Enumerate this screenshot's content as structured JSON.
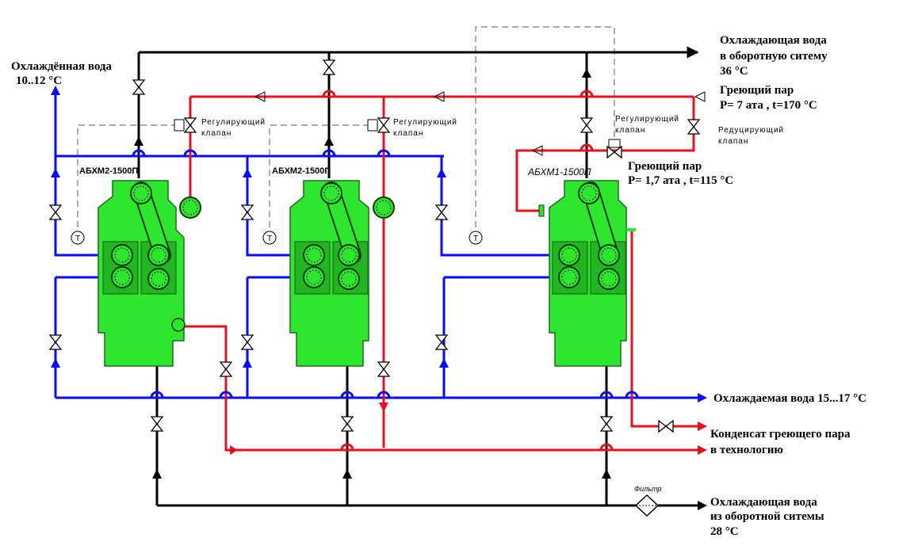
{
  "labels": {
    "chilled_water_1": "Охлаждённая вода",
    "chilled_water_2": "10..12 °С",
    "cooling_out_1": "Охлаждающая вода",
    "cooling_out_2": "в оборотную ситему",
    "cooling_out_3": "36 °С",
    "steam_hp_1": "Греющий пар",
    "steam_hp_2": "Р= 7 ата , t=170 °С",
    "steam_lp_1": "Греющий пар",
    "steam_lp_2": "Р= 1,7 ата , t=115 °С",
    "reg_valve_1a": "Регулирующий",
    "reg_valve_1b": "клапан",
    "reg_valve_2a": "Регулирующий",
    "reg_valve_2b": "клапан",
    "reg_valve_3a": "Регулирующий",
    "reg_valve_3b": "клапан",
    "red_valve_a": "Редуцирующий",
    "red_valve_b": "клапан",
    "chilled_in": "Охлаждаемая вода 15...17 °С",
    "condensate_1": "Конденсат греющего пара",
    "condensate_2": "в технологию",
    "cooling_in_1": "Охлаждающая вода",
    "cooling_in_2": "из оборотной ситемы",
    "cooling_in_3": "28 °С",
    "unit1": "АБХМ2-1500П",
    "unit2": "АБХМ2-1500П",
    "unit3": "АБХМ1-1500П",
    "filter": "Фильтр",
    "t1": "Т",
    "t2": "Т",
    "t3": "Т"
  },
  "colors": {
    "chilled_water": "#0a0aff",
    "steam_condensate": "#e8111b",
    "cooling_water": "#000000",
    "unit": "#2ee62e"
  }
}
